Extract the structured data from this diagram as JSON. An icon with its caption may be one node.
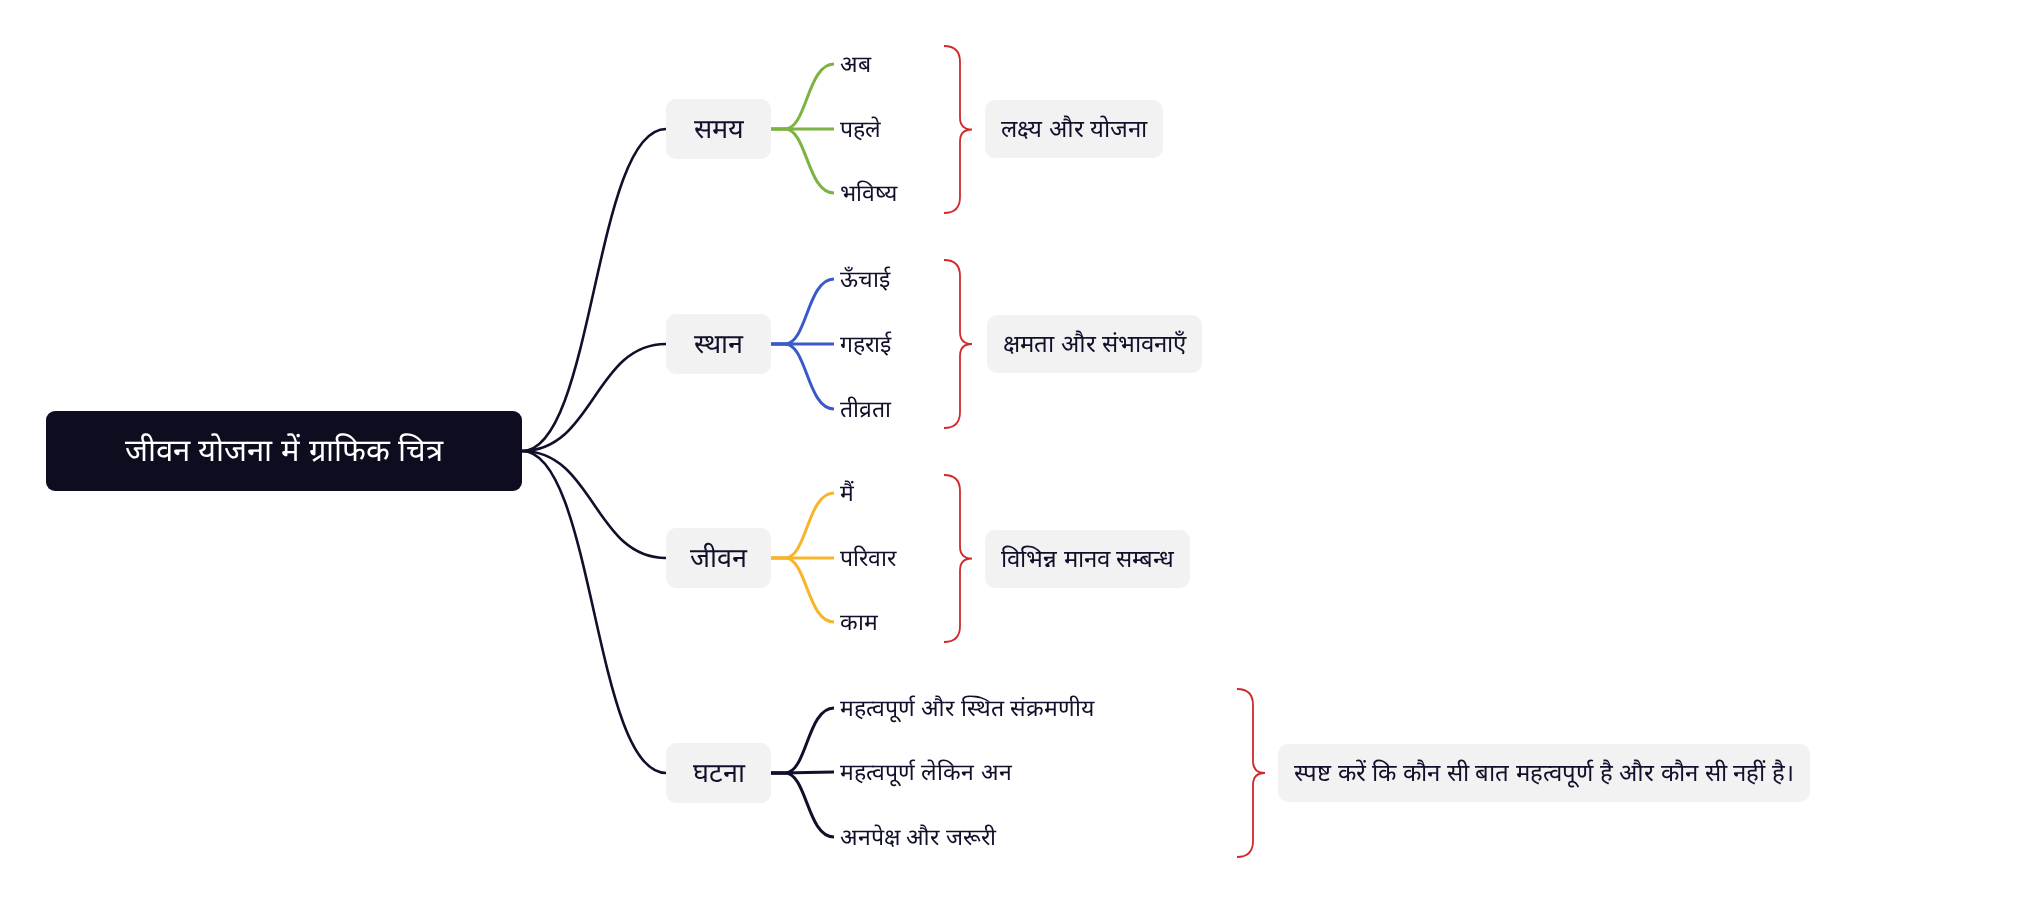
{
  "diagram": {
    "nodes": [
      {
        "text": [
          "जीवन योजना में ग्राफिक चित्र"
        ]
      },
      {
        "text": [
          "समय"
        ]
      },
      {
        "text": [
          "अब"
        ]
      },
      {
        "text": [
          "पहले"
        ]
      },
      {
        "text": [
          "भविष्य"
        ]
      },
      {
        "text": [
          "लक्ष्य और योजना"
        ]
      },
      {
        "text": [
          "स्थान"
        ]
      },
      {
        "text": [
          "ऊँचाई"
        ]
      },
      {
        "text": [
          "गहराई"
        ]
      },
      {
        "text": [
          "तीव्रता"
        ]
      },
      {
        "text": [
          "क्षमता और संभावनाएँ"
        ]
      },
      {
        "text": [
          "जीवन"
        ]
      },
      {
        "text": [
          "मैं"
        ]
      },
      {
        "text": [
          "परिवार"
        ]
      },
      {
        "text": [
          "काम"
        ]
      },
      {
        "text": [
          "विभिन्न मानव सम्बन्ध"
        ]
      },
      {
        "text": [
          "घटना"
        ]
      },
      {
        "text": [
          "महत्वपूर्ण और स्थित संक्रमणीय"
        ]
      },
      {
        "text": [
          "महत्वपूर्ण लेकिन अन"
        ]
      },
      {
        "text": [
          "अनपेक्ष और जरूरी"
        ]
      },
      {
        "text": [
          "स्पष्ट करें कि कौन सी बात महत्वपूर्ण है और कौन सी नहीं है।"
        ]
      }
    ],
    "edges": [
      {
        "from": 0,
        "to": 1,
        "arrow": "none"
      },
      {
        "from": 0,
        "to": 6,
        "arrow": "none"
      },
      {
        "from": 0,
        "to": 11,
        "arrow": "none"
      },
      {
        "from": 0,
        "to": 16,
        "arrow": "none"
      },
      {
        "from": 1,
        "to": 2,
        "arrow": "none",
        "color": "#7cb342"
      },
      {
        "from": 1,
        "to": 3,
        "arrow": "none",
        "color": "#7cb342"
      },
      {
        "from": 1,
        "to": 4,
        "arrow": "none",
        "color": "#7cb342"
      },
      {
        "from": 6,
        "to": 7,
        "arrow": "none",
        "color": "#3a5bc7"
      },
      {
        "from": 6,
        "to": 8,
        "arrow": "none",
        "color": "#3a5bc7"
      },
      {
        "from": 6,
        "to": 9,
        "arrow": "none",
        "color": "#3a5bc7"
      },
      {
        "from": 11,
        "to": 12,
        "arrow": "none",
        "color": "#f7b52b"
      },
      {
        "from": 11,
        "to": 13,
        "arrow": "none",
        "color": "#f7b52b"
      },
      {
        "from": 11,
        "to": 14,
        "arrow": "none",
        "color": "#f7b52b"
      },
      {
        "from": 16,
        "to": 17,
        "arrow": "none"
      },
      {
        "from": 16,
        "to": 18,
        "arrow": "none"
      },
      {
        "from": 16,
        "to": 19,
        "arrow": "none"
      }
    ]
  }
}
